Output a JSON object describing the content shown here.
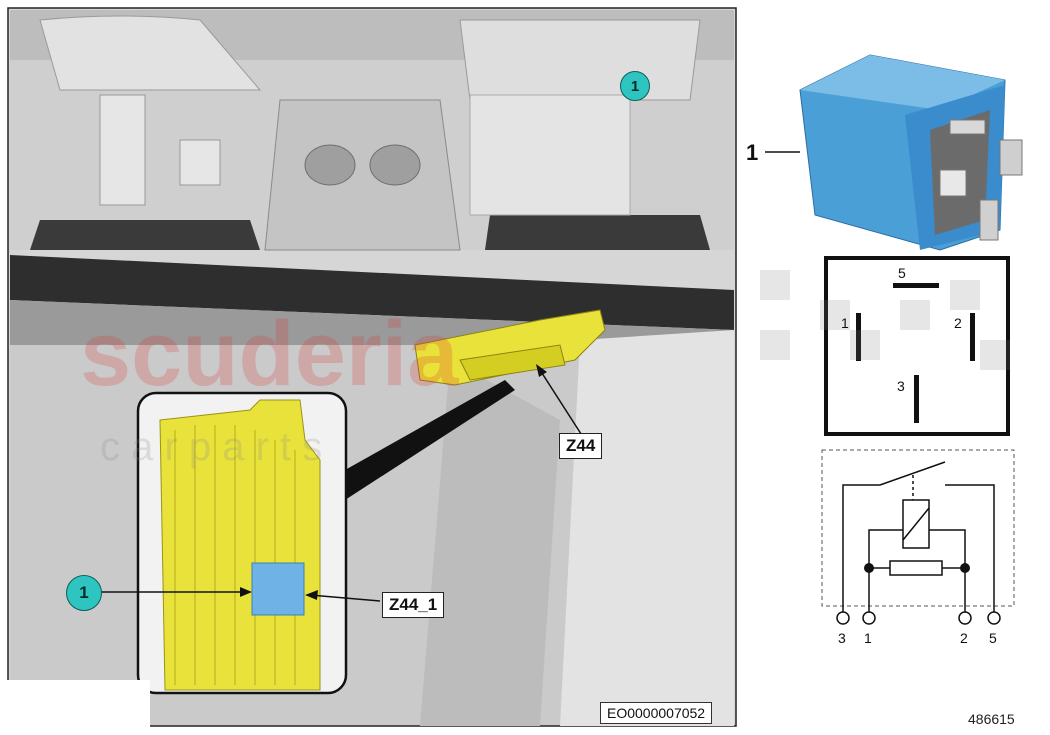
{
  "photo": {
    "marker_number": "1",
    "inset_marker_number": "1",
    "connector_label": "Z44",
    "connector_sub_label": "Z44_1",
    "image_code": "EO0000007052"
  },
  "relay": {
    "part_number": "1",
    "pinout": {
      "pin5": "5",
      "pin1": "1",
      "pin2": "2",
      "pin3": "3"
    },
    "schematic_pins": [
      "3",
      "1",
      "2",
      "5"
    ]
  },
  "watermark": {
    "line1": "scuderia",
    "line2": "c a r   p a r t s"
  },
  "drawing_number": "486615",
  "colors": {
    "connector": "#e8e23a",
    "relay_blue": "#4a9fd6",
    "callout_teal": "#2ec5c0"
  }
}
